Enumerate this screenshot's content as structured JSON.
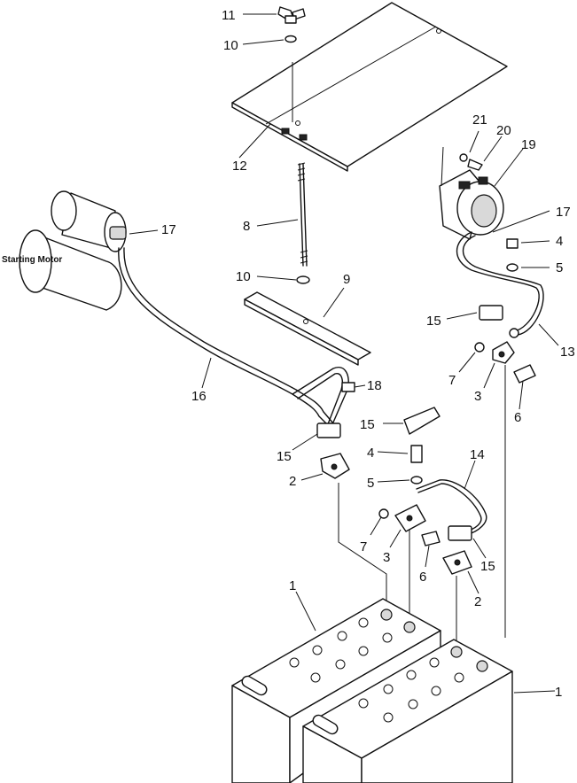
{
  "labels": {
    "starting_motor": "Starting Motor",
    "n1a": "1",
    "n1b": "1",
    "n2a": "2",
    "n2b": "2",
    "n3a": "3",
    "n3b": "3",
    "n4a": "4",
    "n4b": "4",
    "n5a": "5",
    "n5b": "5",
    "n6a": "6",
    "n6b": "6",
    "n7a": "7",
    "n7b": "7",
    "n8": "8",
    "n9": "9",
    "n10a": "10",
    "n10b": "10",
    "n11": "11",
    "n12": "12",
    "n13": "13",
    "n14": "14",
    "n15a": "15",
    "n15b": "15",
    "n15c": "15",
    "n15d": "15",
    "n16": "16",
    "n17a": "17",
    "n17b": "17",
    "n18": "18",
    "n19": "19",
    "n20": "20",
    "n21": "21"
  }
}
